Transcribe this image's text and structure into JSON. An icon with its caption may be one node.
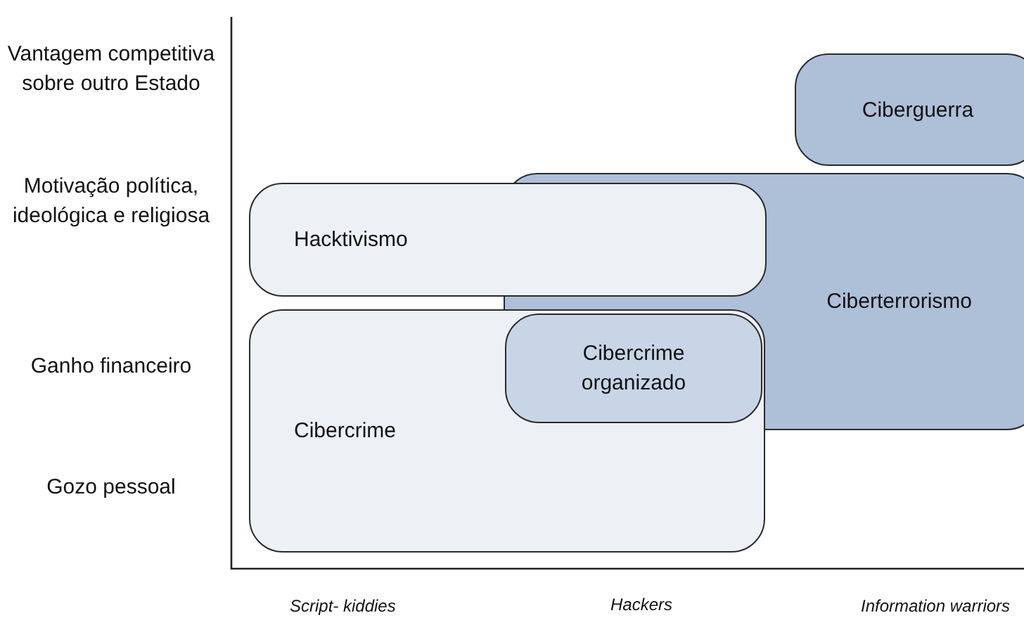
{
  "diagram": {
    "nodes": [
      {
        "text": [
          "Ciberguerra"
        ]
      },
      {
        "text": [
          "Ciberterrorismo"
        ]
      },
      {
        "text": [
          "Hacktivismo"
        ]
      },
      {
        "text": [
          "Cibercrime"
        ]
      },
      {
        "text": [
          "Cibercrime organizado"
        ]
      }
    ],
    "edges": [],
    "labels": [
      "Vantagem competitiva sobre outro Estado",
      "Motivação política, ideológica e religiosa",
      "Ganho financeiro",
      "Gozo pessoal",
      "Script- kiddies",
      "Hackers",
      "Information warriors"
    ]
  }
}
